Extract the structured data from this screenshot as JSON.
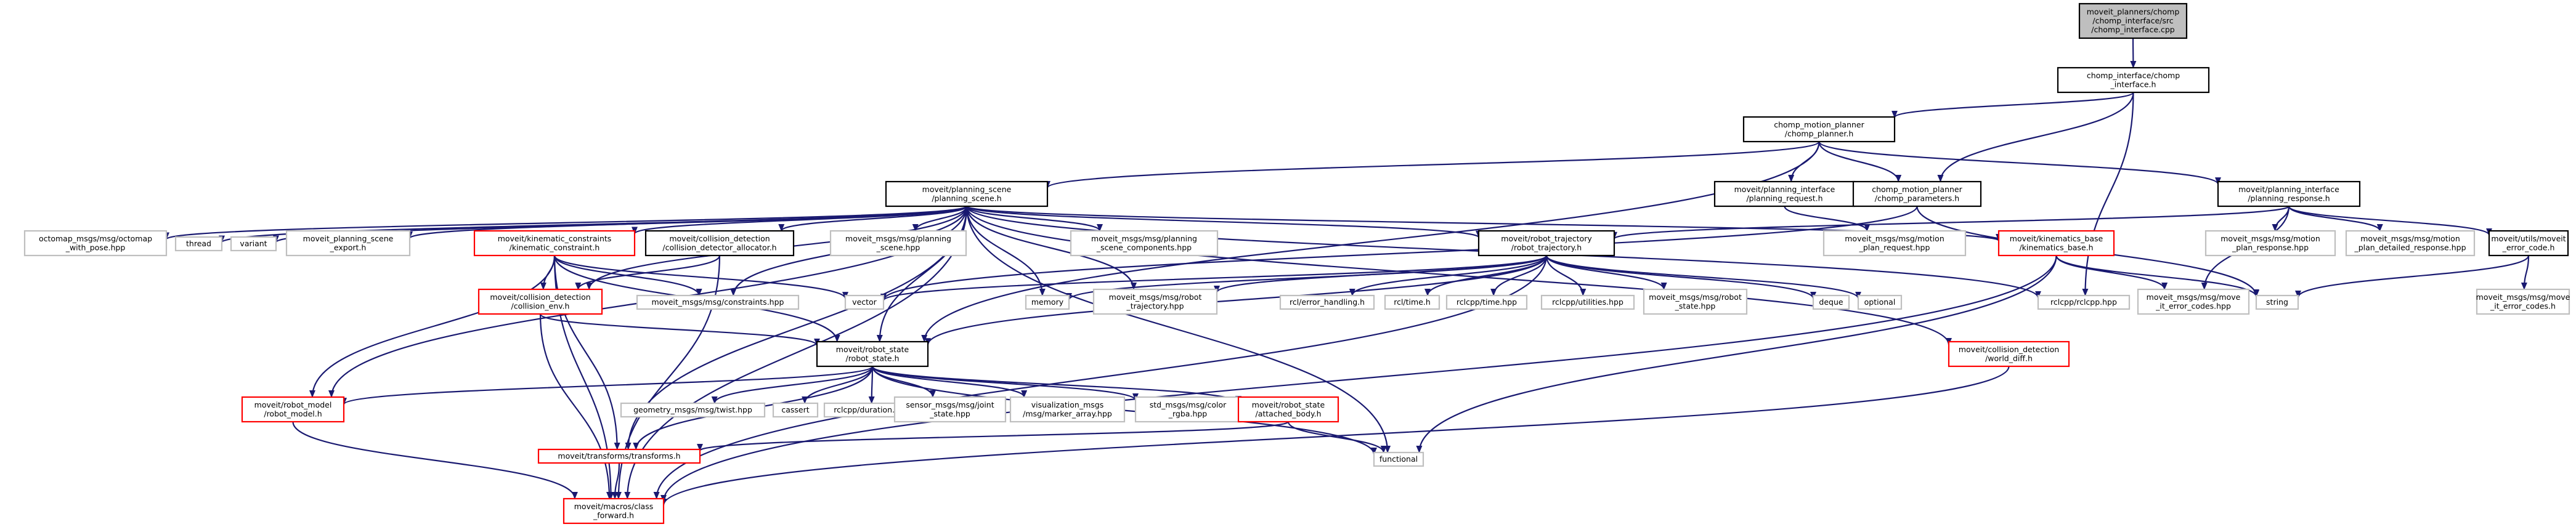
{
  "colors": {
    "edge": "#191970",
    "normal_border": "#000000",
    "red_border": "#ff0000",
    "gray_border": "#bfbfbf",
    "root_fill": "#bfbfbf",
    "text": "#000000"
  },
  "nodes": [
    {
      "id": "root",
      "lines": [
        "moveit_planners/chomp",
        "/chomp_interface/src",
        "/chomp_interface.cpp"
      ],
      "style": "root"
    },
    {
      "id": "ci_h",
      "lines": [
        "chomp_interface/chomp",
        "_interface.h"
      ],
      "style": "normal"
    },
    {
      "id": "cmp_h",
      "lines": [
        "chomp_motion_planner",
        "/chomp_planner.h"
      ],
      "style": "normal"
    },
    {
      "id": "ps_h",
      "lines": [
        "moveit/planning_scene",
        "/planning_scene.h"
      ],
      "style": "normal"
    },
    {
      "id": "pi_req",
      "lines": [
        "moveit/planning_interface",
        "/planning_request.h"
      ],
      "style": "normal"
    },
    {
      "id": "cmp_params",
      "lines": [
        "chomp_motion_planner",
        "/chomp_parameters.h"
      ],
      "style": "normal"
    },
    {
      "id": "pi_resp",
      "lines": [
        "moveit/planning_interface",
        "/planning_response.h"
      ],
      "style": "normal"
    },
    {
      "id": "octomap",
      "lines": [
        "octomap_msgs/msg/octomap",
        "_with_pose.hpp"
      ],
      "style": "gray"
    },
    {
      "id": "thread",
      "lines": [
        "thread"
      ],
      "style": "gray"
    },
    {
      "id": "variant",
      "lines": [
        "variant"
      ],
      "style": "gray"
    },
    {
      "id": "ps_export",
      "lines": [
        "moveit_planning_scene",
        "_export.h"
      ],
      "style": "gray"
    },
    {
      "id": "kc",
      "lines": [
        "moveit/kinematic_constraints",
        "/kinematic_constraint.h"
      ],
      "style": "red"
    },
    {
      "id": "cd_alloc",
      "lines": [
        "moveit/collision_detection",
        "/collision_detector_allocator.h"
      ],
      "style": "normal"
    },
    {
      "id": "msg_ps",
      "lines": [
        "moveit_msgs/msg/planning",
        "_scene.hpp"
      ],
      "style": "gray"
    },
    {
      "id": "msg_psc",
      "lines": [
        "moveit_msgs/msg/planning",
        "_scene_components.hpp"
      ],
      "style": "gray"
    },
    {
      "id": "rt",
      "lines": [
        "moveit/robot_trajectory",
        "/robot_trajectory.h"
      ],
      "style": "normal"
    },
    {
      "id": "kb",
      "lines": [
        "moveit/kinematics_base",
        "/kinematics_base.h"
      ],
      "style": "red"
    },
    {
      "id": "msg_mpr",
      "lines": [
        "moveit_msgs/msg/motion",
        "_plan_request.hpp"
      ],
      "style": "gray"
    },
    {
      "id": "msg_mpresp",
      "lines": [
        "moveit_msgs/msg/motion",
        "_plan_response.hpp"
      ],
      "style": "gray"
    },
    {
      "id": "msg_mpdr",
      "lines": [
        "moveit_msgs/msg/motion",
        "_plan_detailed_response.hpp"
      ],
      "style": "gray"
    },
    {
      "id": "err_code",
      "lines": [
        "moveit/utils/moveit",
        "_error_code.h"
      ],
      "style": "normal"
    },
    {
      "id": "cd_env",
      "lines": [
        "moveit/collision_detection",
        "/collision_env.h"
      ],
      "style": "red"
    },
    {
      "id": "msg_constraints",
      "lines": [
        "moveit_msgs/msg/constraints.hpp"
      ],
      "style": "gray"
    },
    {
      "id": "vector",
      "lines": [
        "vector"
      ],
      "style": "gray"
    },
    {
      "id": "memory",
      "lines": [
        "memory"
      ],
      "style": "gray"
    },
    {
      "id": "msg_rtraj",
      "lines": [
        "moveit_msgs/msg/robot",
        "_trajectory.hpp"
      ],
      "style": "gray"
    },
    {
      "id": "rcl_err",
      "lines": [
        "rcl/error_handling.h"
      ],
      "style": "gray"
    },
    {
      "id": "rcl_time",
      "lines": [
        "rcl/time.h"
      ],
      "style": "gray"
    },
    {
      "id": "rclcpp_time",
      "lines": [
        "rclcpp/time.hpp"
      ],
      "style": "gray"
    },
    {
      "id": "rclcpp_util",
      "lines": [
        "rclcpp/utilities.hpp"
      ],
      "style": "gray"
    },
    {
      "id": "msg_rstate",
      "lines": [
        "moveit_msgs/msg/robot",
        "_state.hpp"
      ],
      "style": "gray"
    },
    {
      "id": "deque",
      "lines": [
        "deque"
      ],
      "style": "gray"
    },
    {
      "id": "optional",
      "lines": [
        "optional"
      ],
      "style": "gray"
    },
    {
      "id": "rclcpp",
      "lines": [
        "rclcpp/rclcpp.hpp"
      ],
      "style": "gray"
    },
    {
      "id": "msg_mec",
      "lines": [
        "moveit_msgs/msg/move",
        "_it_error_codes.hpp"
      ],
      "style": "gray"
    },
    {
      "id": "string",
      "lines": [
        "string"
      ],
      "style": "gray"
    },
    {
      "id": "mec_h",
      "lines": [
        "moveit_msgs/msg/move",
        "_it_error_codes.h"
      ],
      "style": "gray"
    },
    {
      "id": "rs",
      "lines": [
        "moveit/robot_state",
        "/robot_state.h"
      ],
      "style": "normal"
    },
    {
      "id": "cd_wd",
      "lines": [
        "moveit/collision_detection",
        "/world_diff.h"
      ],
      "style": "red"
    },
    {
      "id": "rm",
      "lines": [
        "moveit/robot_model",
        "/robot_model.h"
      ],
      "style": "red"
    },
    {
      "id": "twist",
      "lines": [
        "geometry_msgs/msg/twist.hpp"
      ],
      "style": "gray"
    },
    {
      "id": "cassert",
      "lines": [
        "cassert"
      ],
      "style": "gray"
    },
    {
      "id": "rclcpp_dur",
      "lines": [
        "rclcpp/duration.hpp"
      ],
      "style": "gray"
    },
    {
      "id": "msg_js",
      "lines": [
        "sensor_msgs/msg/joint",
        "_state.hpp"
      ],
      "style": "gray"
    },
    {
      "id": "msg_ma",
      "lines": [
        "visualization_msgs",
        "/msg/marker_array.hpp"
      ],
      "style": "gray"
    },
    {
      "id": "msg_color",
      "lines": [
        "std_msgs/msg/color",
        "_rgba.hpp"
      ],
      "style": "gray"
    },
    {
      "id": "ab",
      "lines": [
        "moveit/robot_state",
        "/attached_body.h"
      ],
      "style": "red"
    },
    {
      "id": "tf",
      "lines": [
        "moveit/transforms/transforms.h"
      ],
      "style": "red"
    },
    {
      "id": "functional",
      "lines": [
        "functional"
      ],
      "style": "gray"
    },
    {
      "id": "cf",
      "lines": [
        "moveit/macros/class",
        "_forward.h"
      ],
      "style": "red"
    }
  ]
}
